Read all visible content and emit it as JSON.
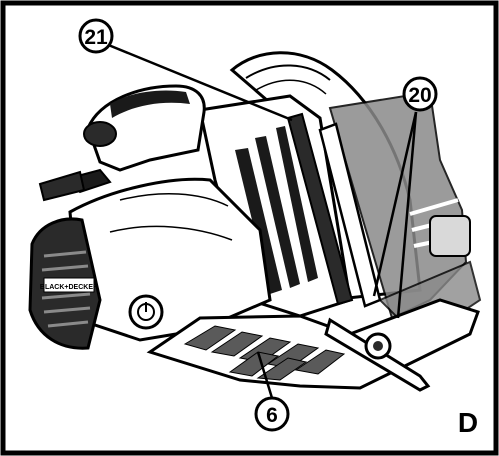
{
  "figure": {
    "panel_letter": "D",
    "callouts": [
      {
        "id": "callout-21",
        "label": "21"
      },
      {
        "id": "callout-20",
        "label": "20"
      },
      {
        "id": "callout-6",
        "label": "6"
      }
    ],
    "brand_mark": "BLACK+DECKER",
    "colors": {
      "line": "#000000",
      "paper": "#ffffff",
      "shade": "#8a8a8a",
      "light_shade": "#d9d9d9",
      "dark": "#2a2a2a"
    }
  }
}
